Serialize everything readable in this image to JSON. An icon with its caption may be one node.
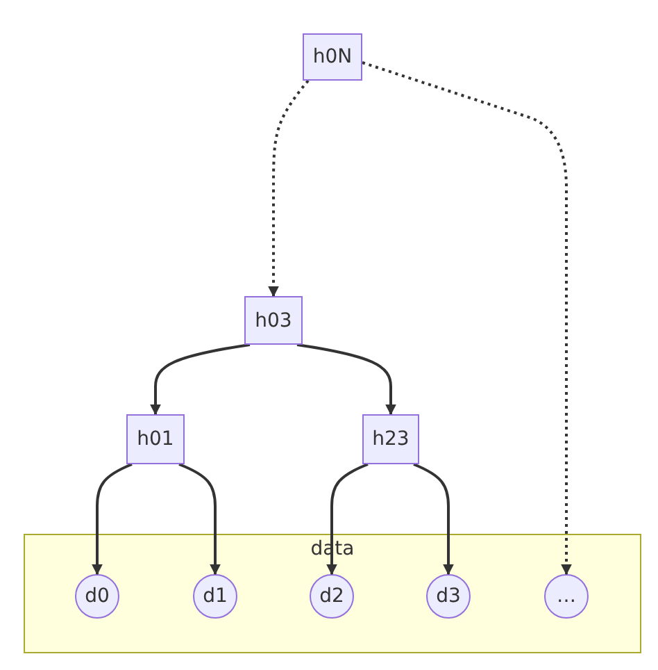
{
  "diagram": {
    "nodes": [
      {
        "text": [
          "h0N"
        ]
      },
      {
        "text": [
          "h03"
        ]
      },
      {
        "text": [
          "h01"
        ]
      },
      {
        "text": [
          "h23"
        ]
      },
      {
        "text": [
          "data"
        ]
      },
      {
        "text": [
          "d0"
        ],
        "in": 4
      },
      {
        "text": [
          "d1"
        ],
        "in": 4
      },
      {
        "text": [
          "d2"
        ],
        "in": 4
      },
      {
        "text": [
          "d3"
        ],
        "in": 4
      },
      {
        "text": [
          "…"
        ],
        "in": 4
      }
    ],
    "edges": [
      {
        "from": 0,
        "to": 1,
        "arrow": "to",
        "style": "dashed"
      },
      {
        "from": 0,
        "to": 9,
        "arrow": "to",
        "style": "dashed"
      },
      {
        "from": 1,
        "to": 2,
        "arrow": "to"
      },
      {
        "from": 1,
        "to": 3,
        "arrow": "to"
      },
      {
        "from": 2,
        "to": 5,
        "arrow": "to"
      },
      {
        "from": 2,
        "to": 6,
        "arrow": "to"
      },
      {
        "from": 3,
        "to": 7,
        "arrow": "to"
      },
      {
        "from": 3,
        "to": 8,
        "arrow": "to"
      }
    ]
  }
}
